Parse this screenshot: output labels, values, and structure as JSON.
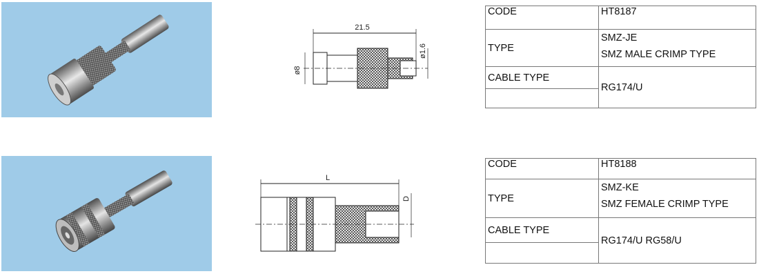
{
  "products": [
    {
      "drawing": {
        "length_label": "21.5",
        "diameter_label": "ø8",
        "pin_label": "ø1.6"
      },
      "table": {
        "code_label": "CODE",
        "code": "HT8187",
        "type_label": "TYPE",
        "type_lines": [
          "SMZ-JE",
          "SMZ MALE CRIMP TYPE"
        ],
        "cable_label": "CABLE TYPE",
        "cable": "RG174/U"
      }
    },
    {
      "drawing": {
        "length_label": "L",
        "diameter_label": "D"
      },
      "table": {
        "code_label": "CODE",
        "code": "HT8188",
        "type_label": "TYPE",
        "type_lines": [
          "SMZ-KE",
          "SMZ FEMALE CRIMP TYPE"
        ],
        "cable_label": "CABLE TYPE",
        "cable": "RG174/U RG58/U"
      }
    }
  ],
  "colors": {
    "photo_bg": "#9fcbe8",
    "metal": "#8a8a8a",
    "line": "#222222"
  }
}
